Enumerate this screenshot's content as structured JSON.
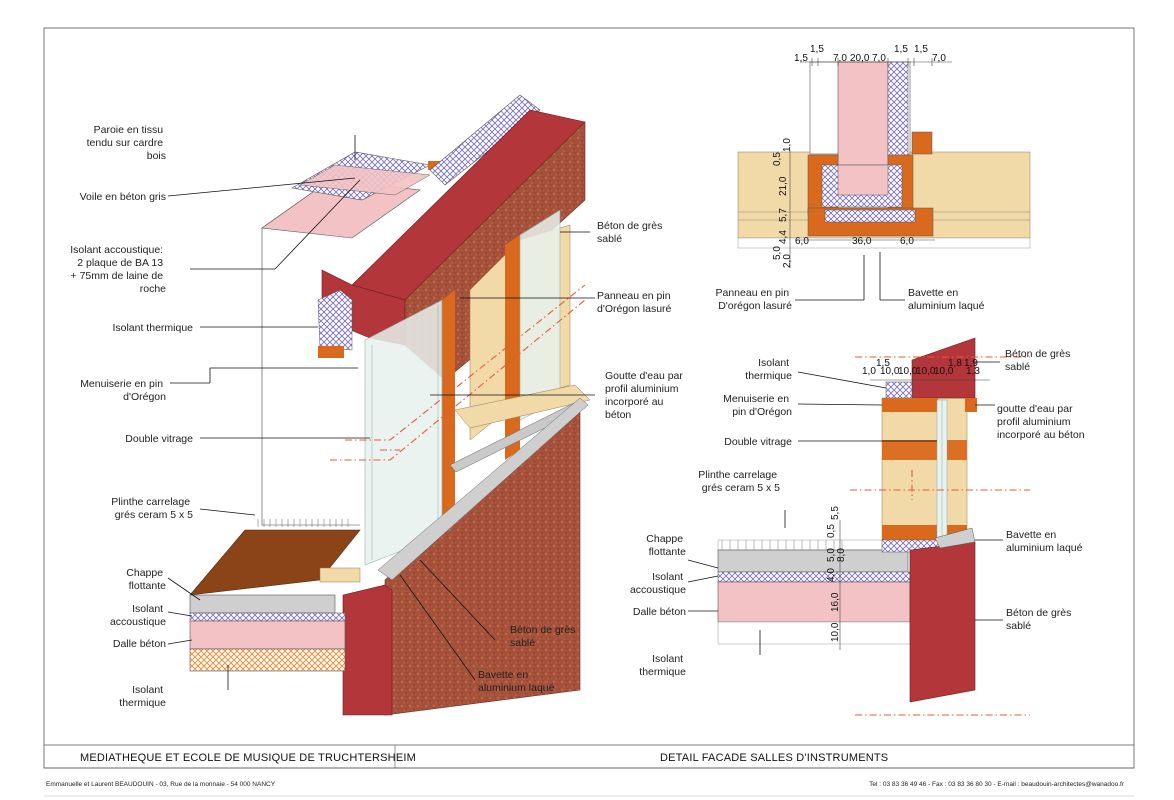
{
  "project_title": "MEDIATHEQUE ET ECOLE DE MUSIQUE DE TRUCHTERSHEIM",
  "sheet_title": "DETAIL FACADE SALLES D'INSTRUMENTS",
  "architect_line": "Emmanuelle et Laurent BEAUDOUIN - 03, Rue de la monnaie - 54 000  NANCY",
  "contact_line": "Tel : 03 83 36 49 46 - Fax : 03 83 36 80 30 - E-mail : beaudouin-architectes@wanadoo.fr",
  "axo_labels": {
    "paroie": [
      "Paroie en tissu",
      "tendu sur cardre",
      "bois"
    ],
    "voile": [
      "Voile en béton gris"
    ],
    "isolant_acoustique": [
      "Isolant accoustique:",
      "2 plaque de BA 13",
      "+ 75mm de laine de",
      "roche"
    ],
    "isolant_thermique": [
      "Isolant thermique"
    ],
    "menuiserie": [
      "Menuiserie en pin",
      "d'Orégon"
    ],
    "double_vitrage": [
      "Double vitrage"
    ],
    "plinthe": [
      "Plinthe carrelage",
      "grés ceram 5 x 5"
    ],
    "chappe": [
      "Chappe",
      "flottante"
    ],
    "isolant_acc2": [
      "Isolant",
      "accoustique"
    ],
    "dalle": [
      "Dalle béton"
    ],
    "isolant_th2": [
      "Isolant",
      "thermique"
    ],
    "beton_gres_top": [
      "Béton de grès",
      "sablé"
    ],
    "panneau": [
      "Panneau en pin",
      "d'Orégon lasuré"
    ],
    "goutte": [
      "Goutte d'eau par",
      "profil aluminium",
      "incorporé au",
      "béton"
    ],
    "beton_gres_bot": [
      "Béton de grès",
      "sablé"
    ],
    "bavette": [
      "Bavette en",
      "aluminium laqué"
    ]
  },
  "plan_labels": {
    "panneau": [
      "Panneau en pin",
      "D'orégon lasuré"
    ],
    "bavette": [
      "Bavette en",
      "aluminium laqué"
    ]
  },
  "plan_dims": {
    "top": [
      "1,5",
      "1,5",
      "7,0",
      "20,0",
      "7,0",
      "1,5",
      "1,5",
      "7,0"
    ],
    "bottom": [
      "6,0",
      "36,0",
      "6,0"
    ],
    "left": [
      "0,5",
      "1,0",
      "21,0",
      "5,7",
      "4,4",
      "5,0",
      "2,0"
    ]
  },
  "section_labels": {
    "isolant_thermique": [
      "Isolant",
      "thermique"
    ],
    "menuiserie": [
      "Menuiserie en",
      "pin d'Orégon"
    ],
    "double_vitrage": [
      "Double vitrage"
    ],
    "plinthe": [
      "Plinthe carrelage",
      "grés ceram 5 x 5"
    ],
    "chappe": [
      "Chappe",
      "flottante"
    ],
    "isolant_acc": [
      "Isolant",
      "accoustique"
    ],
    "dalle": [
      "Dalle béton"
    ],
    "isolant_th2": [
      "Isolant",
      "thermique"
    ],
    "beton_gres_top": [
      "Béton de grès",
      "sablé"
    ],
    "goutte": [
      "goutte d'eau par",
      "profil aluminium",
      "incorporé au béton"
    ],
    "bavette": [
      "Bavette en",
      "aluminium laqué"
    ],
    "beton_gres_bot": [
      "Béton de grès",
      "sablé"
    ]
  },
  "section_dims": {
    "top": [
      "1,5",
      "1,0",
      "10,0",
      "10,0",
      "10,0",
      "10,0",
      "1,8",
      "1,9",
      "1,3"
    ],
    "vertical": [
      "0,5",
      "5,5",
      "5,0",
      "8,0",
      "4,0",
      "16,0",
      "10,0"
    ]
  },
  "colors": {
    "brick_red": "#b2363a",
    "terracotta": "#9c4a34",
    "pine": "#f2d9a8",
    "menuiserie": "#d9691c",
    "acoustic_pink": "#f3c2c4",
    "insulation_purple": "#8a7fc4",
    "chape_grey": "#cfcfcf",
    "floor_brown": "#8b4318",
    "thermal_orange": "#f3a35a"
  }
}
